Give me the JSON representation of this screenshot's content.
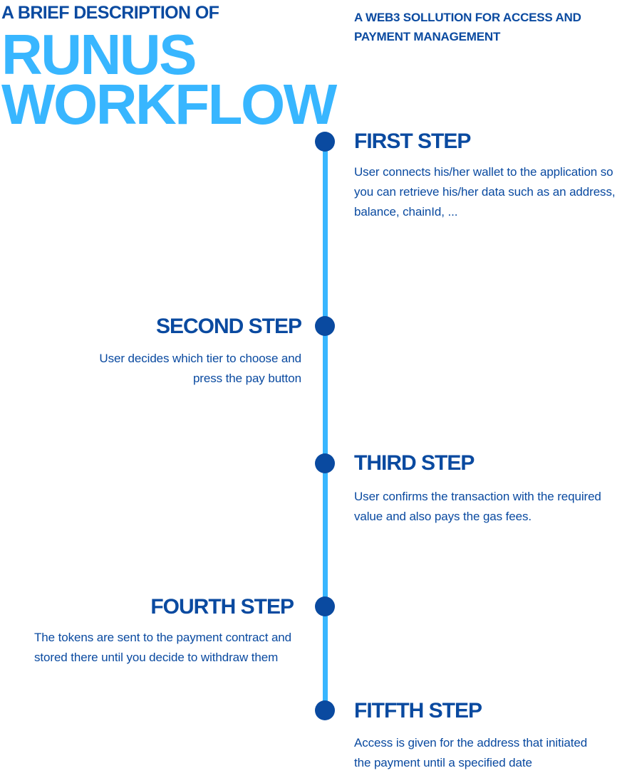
{
  "header": {
    "pre_title": "A BRIEF DESCRIPTION OF",
    "title_line1": "RUNUS",
    "title_line2": "WORKFLOW",
    "tagline": "A WEB3 SOLLUTION FOR ACCESS AND PAYMENT MANAGEMENT"
  },
  "steps": [
    {
      "title": "FIRST STEP",
      "description": "User connects his/her wallet to the application so you can retrieve his/her data such as an address, balance, chainId, ..."
    },
    {
      "title": "SECOND STEP",
      "description": "User decides which tier to choose and press the pay button"
    },
    {
      "title": "THIRD STEP",
      "description": "User confirms the transaction with the required value and also pays the gas fees."
    },
    {
      "title": "FOURTH STEP",
      "description": "The tokens are sent to the payment contract and stored there until you decide to withdraw them"
    },
    {
      "title": "FITFTH STEP",
      "description": "Access is given for the address that initiated the payment until a specified date"
    }
  ],
  "colors": {
    "dark_blue": "#0a4aa0",
    "light_blue": "#38b6ff"
  }
}
